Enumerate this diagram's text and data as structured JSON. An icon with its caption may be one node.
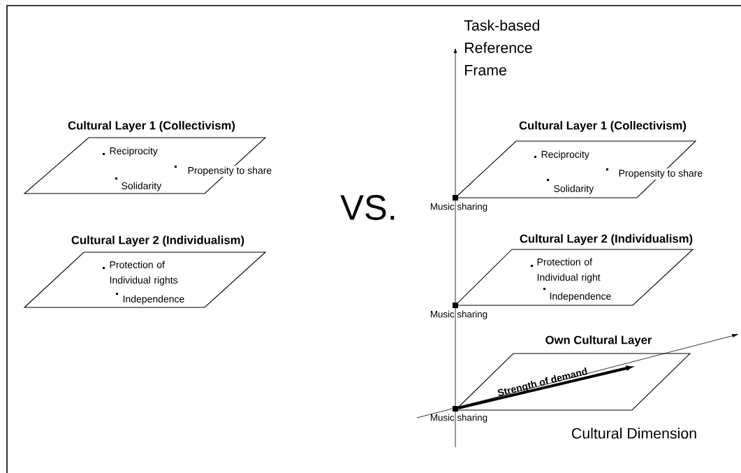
{
  "diagram": {
    "nodes": [
      {
        "text": [
          "Cultural Layer 1 (Collectivism)",
          "Reciprocity",
          "Propensity to share",
          "Solidarity"
        ]
      },
      {
        "text": [
          "Cultural Layer 2 (Individualism)",
          "Protection of Individual rights",
          "Independence"
        ]
      },
      {
        "text": [
          "Cultural Layer 1 (Collectivism)",
          "Reciprocity",
          "Propensity to share",
          "Solidarity"
        ]
      },
      {
        "text": [
          "Music sharing"
        ]
      },
      {
        "text": [
          "Cultural Layer 2 (Individualism)",
          "Protection of Individual right",
          "Independence"
        ]
      },
      {
        "text": [
          "Music sharing"
        ]
      },
      {
        "text": [
          "Own Cultural Layer"
        ]
      },
      {
        "text": [
          "Music sharing"
        ]
      }
    ],
    "labels": [
      "Task-based Reference Frame",
      "VS.",
      "Strength of demand",
      "Cultural Dimension"
    ]
  }
}
